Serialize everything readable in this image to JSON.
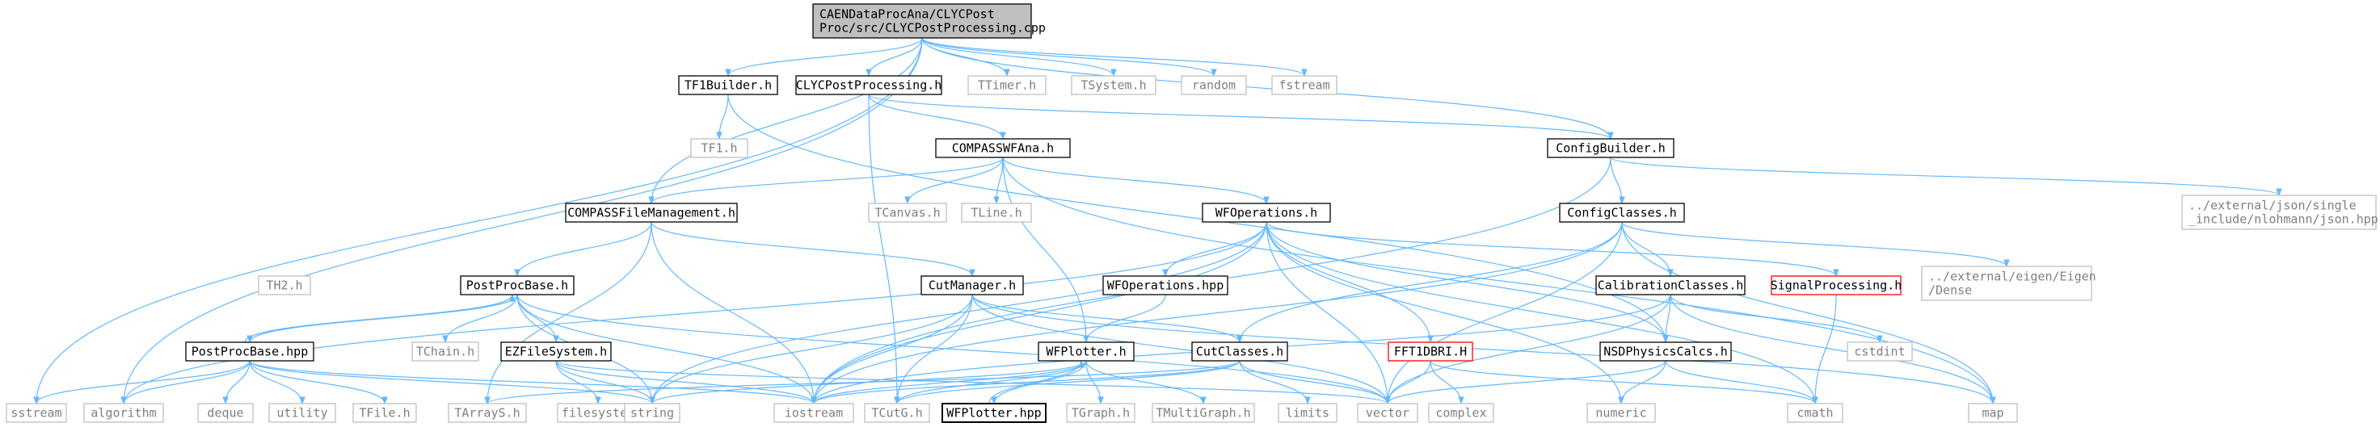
{
  "nodes": [
    {
      "id": "root",
      "kind": "root",
      "lines": [
        "CAENDataProcAna/CLYCPost",
        "Proc/src/CLYCPostProcessing.cpp"
      ]
    },
    {
      "id": "tf1builder",
      "kind": "normal",
      "lines": [
        "TF1Builder.h"
      ]
    },
    {
      "id": "clycpp",
      "kind": "normal",
      "lines": [
        "CLYCPostProcessing.h"
      ]
    },
    {
      "id": "ttimer",
      "kind": "external",
      "lines": [
        "TTimer.h"
      ]
    },
    {
      "id": "tsystem",
      "kind": "external",
      "lines": [
        "TSystem.h"
      ]
    },
    {
      "id": "random",
      "kind": "external",
      "lines": [
        "random"
      ]
    },
    {
      "id": "fstream",
      "kind": "external",
      "lines": [
        "fstream"
      ]
    },
    {
      "id": "tf1",
      "kind": "external",
      "lines": [
        "TF1.h"
      ]
    },
    {
      "id": "configbuilder",
      "kind": "normal",
      "lines": [
        "ConfigBuilder.h"
      ]
    },
    {
      "id": "compasswfana",
      "kind": "normal",
      "lines": [
        "COMPASSWFAna.h"
      ]
    },
    {
      "id": "json",
      "kind": "external",
      "lines": [
        "../external/json/single",
        "_include/nlohmann/json.hpp"
      ]
    },
    {
      "id": "compassfm",
      "kind": "normal",
      "lines": [
        "COMPASSFileManagement.h"
      ]
    },
    {
      "id": "tcanvas",
      "kind": "external",
      "lines": [
        "TCanvas.h"
      ]
    },
    {
      "id": "tline",
      "kind": "external",
      "lines": [
        "TLine.h"
      ]
    },
    {
      "id": "wfoperations",
      "kind": "normal",
      "lines": [
        "WFOperations.h"
      ]
    },
    {
      "id": "configclasses",
      "kind": "normal",
      "lines": [
        "ConfigClasses.h"
      ]
    },
    {
      "id": "th2",
      "kind": "external",
      "lines": [
        "TH2.h"
      ]
    },
    {
      "id": "postprocbaseh",
      "kind": "normal",
      "lines": [
        "PostProcBase.h"
      ]
    },
    {
      "id": "cutmanager",
      "kind": "normal",
      "lines": [
        "CutManager.h"
      ]
    },
    {
      "id": "wfopshpp",
      "kind": "normal",
      "lines": [
        "WFOperations.hpp"
      ]
    },
    {
      "id": "calibration",
      "kind": "normal",
      "lines": [
        "CalibrationClasses.h"
      ]
    },
    {
      "id": "signalproc",
      "kind": "missing",
      "lines": [
        "SignalProcessing.h"
      ]
    },
    {
      "id": "eigen",
      "kind": "external",
      "lines": [
        "../external/eigen/Eigen",
        "/Dense"
      ]
    },
    {
      "id": "postprocbasehpp",
      "kind": "normal",
      "lines": [
        "PostProcBase.hpp"
      ]
    },
    {
      "id": "tchain",
      "kind": "external",
      "lines": [
        "TChain.h"
      ]
    },
    {
      "id": "ezfs",
      "kind": "normal",
      "lines": [
        "EZFileSystem.h"
      ]
    },
    {
      "id": "wfplotter",
      "kind": "normal",
      "lines": [
        "WFPlotter.h"
      ]
    },
    {
      "id": "cutclasses",
      "kind": "normal",
      "lines": [
        "CutClasses.h"
      ]
    },
    {
      "id": "fft",
      "kind": "missing",
      "lines": [
        "FFT1DBRI.H"
      ]
    },
    {
      "id": "nsd",
      "kind": "normal",
      "lines": [
        "NSDPhysicsCalcs.h"
      ]
    },
    {
      "id": "cstdint",
      "kind": "external",
      "lines": [
        "cstdint"
      ]
    },
    {
      "id": "sstream",
      "kind": "external",
      "lines": [
        "sstream"
      ]
    },
    {
      "id": "algorithm",
      "kind": "external",
      "lines": [
        "algorithm"
      ]
    },
    {
      "id": "deque",
      "kind": "external",
      "lines": [
        "deque"
      ]
    },
    {
      "id": "utility",
      "kind": "external",
      "lines": [
        "utility"
      ]
    },
    {
      "id": "tfile",
      "kind": "external",
      "lines": [
        "TFile.h"
      ]
    },
    {
      "id": "tarrays",
      "kind": "external",
      "lines": [
        "TArrayS.h"
      ]
    },
    {
      "id": "filesystem",
      "kind": "external",
      "lines": [
        "filesystem"
      ]
    },
    {
      "id": "string",
      "kind": "external",
      "lines": [
        "string"
      ]
    },
    {
      "id": "iostream",
      "kind": "external",
      "lines": [
        "iostream"
      ]
    },
    {
      "id": "tcutg",
      "kind": "external",
      "lines": [
        "TCutG.h"
      ]
    },
    {
      "id": "wfplotterhpp",
      "kind": "self",
      "lines": [
        "WFPlotter.hpp"
      ]
    },
    {
      "id": "tgraph",
      "kind": "external",
      "lines": [
        "TGraph.h"
      ]
    },
    {
      "id": "tmultigraph",
      "kind": "external",
      "lines": [
        "TMultiGraph.h"
      ]
    },
    {
      "id": "limits",
      "kind": "external",
      "lines": [
        "limits"
      ]
    },
    {
      "id": "vector",
      "kind": "external",
      "lines": [
        "vector"
      ]
    },
    {
      "id": "complex",
      "kind": "external",
      "lines": [
        "complex"
      ]
    },
    {
      "id": "numeric",
      "kind": "external",
      "lines": [
        "numeric"
      ]
    },
    {
      "id": "cmath",
      "kind": "external",
      "lines": [
        "cmath"
      ]
    },
    {
      "id": "map",
      "kind": "external",
      "lines": [
        "map"
      ]
    }
  ],
  "edges": [
    [
      "root",
      "tf1builder"
    ],
    [
      "root",
      "clycpp"
    ],
    [
      "root",
      "ttimer"
    ],
    [
      "root",
      "tsystem"
    ],
    [
      "root",
      "random"
    ],
    [
      "root",
      "fstream"
    ],
    [
      "root",
      "configbuilder"
    ],
    [
      "root",
      "compassfm"
    ],
    [
      "root",
      "sstream"
    ],
    [
      "root",
      "algorithm"
    ],
    [
      "tf1builder",
      "tf1"
    ],
    [
      "tf1builder",
      "nsd"
    ],
    [
      "clycpp",
      "compasswfana"
    ],
    [
      "clycpp",
      "configbuilder"
    ],
    [
      "clycpp",
      "tcutg"
    ],
    [
      "configbuilder",
      "json"
    ],
    [
      "configbuilder",
      "configclasses"
    ],
    [
      "configbuilder",
      "iostream"
    ],
    [
      "compasswfana",
      "compassfm"
    ],
    [
      "compasswfana",
      "tcanvas"
    ],
    [
      "compasswfana",
      "tline"
    ],
    [
      "compasswfana",
      "wfoperations"
    ],
    [
      "compasswfana",
      "wfplotter"
    ],
    [
      "compasswfana",
      "map"
    ],
    [
      "compassfm",
      "postprocbaseh"
    ],
    [
      "compassfm",
      "cutmanager"
    ],
    [
      "compassfm",
      "tarrays"
    ],
    [
      "compassfm",
      "iostream"
    ],
    [
      "wfoperations",
      "wfopshpp"
    ],
    [
      "wfoperations",
      "signalproc"
    ],
    [
      "wfoperations",
      "fft"
    ],
    [
      "wfoperations",
      "nsd"
    ],
    [
      "wfoperations",
      "vector"
    ],
    [
      "wfoperations",
      "numeric"
    ],
    [
      "wfoperations",
      "cmath"
    ],
    [
      "wfoperations",
      "string"
    ],
    [
      "wfoperations",
      "iostream"
    ],
    [
      "wfoperations",
      "algorithm"
    ],
    [
      "configclasses",
      "calibration"
    ],
    [
      "configclasses",
      "cutclasses"
    ],
    [
      "configclasses",
      "eigen"
    ],
    [
      "configclasses",
      "vector"
    ],
    [
      "configclasses",
      "map"
    ],
    [
      "configclasses",
      "iostream"
    ],
    [
      "postprocbaseh",
      "postprocbasehpp"
    ],
    [
      "postprocbaseh",
      "tchain"
    ],
    [
      "postprocbaseh",
      "ezfs"
    ],
    [
      "postprocbaseh",
      "string"
    ],
    [
      "postprocbaseh",
      "iostream"
    ],
    [
      "postprocbaseh",
      "vector"
    ],
    [
      "postprocbasehpp",
      "postprocbaseh"
    ],
    [
      "postprocbasehpp",
      "sstream"
    ],
    [
      "postprocbasehpp",
      "algorithm"
    ],
    [
      "postprocbasehpp",
      "deque"
    ],
    [
      "postprocbasehpp",
      "utility"
    ],
    [
      "postprocbasehpp",
      "tfile"
    ],
    [
      "postprocbasehpp",
      "string"
    ],
    [
      "postprocbasehpp",
      "iostream"
    ],
    [
      "cutmanager",
      "cutclasses"
    ],
    [
      "cutmanager",
      "tcutg"
    ],
    [
      "cutmanager",
      "iostream"
    ],
    [
      "cutmanager",
      "string"
    ],
    [
      "cutmanager",
      "vector"
    ],
    [
      "cutmanager",
      "map"
    ],
    [
      "wfopshpp",
      "wfplotter"
    ],
    [
      "calibration",
      "nsd"
    ],
    [
      "calibration",
      "cstdint"
    ],
    [
      "calibration",
      "map"
    ],
    [
      "calibration",
      "vector"
    ],
    [
      "calibration",
      "iostream"
    ],
    [
      "signalproc",
      "cmath"
    ],
    [
      "ezfs",
      "filesystem"
    ],
    [
      "ezfs",
      "string"
    ],
    [
      "ezfs",
      "iostream"
    ],
    [
      "ezfs",
      "vector"
    ],
    [
      "wfplotter",
      "wfplotterhpp"
    ],
    [
      "wfplotter",
      "tgraph"
    ],
    [
      "wfplotter",
      "tmultigraph"
    ],
    [
      "wfplotter",
      "tcutg"
    ],
    [
      "wfplotter",
      "iostream"
    ],
    [
      "wfplotter",
      "string"
    ],
    [
      "wfplotterhpp",
      "wfplotter"
    ],
    [
      "cutclasses",
      "tcutg"
    ],
    [
      "cutclasses",
      "limits"
    ],
    [
      "cutclasses",
      "vector"
    ],
    [
      "cutclasses",
      "iostream"
    ],
    [
      "cutclasses",
      "tarrays"
    ],
    [
      "fft",
      "vector"
    ],
    [
      "fft",
      "complex"
    ],
    [
      "fft",
      "cmath"
    ],
    [
      "nsd",
      "vector"
    ],
    [
      "nsd",
      "numeric"
    ],
    [
      "nsd",
      "cmath"
    ]
  ]
}
